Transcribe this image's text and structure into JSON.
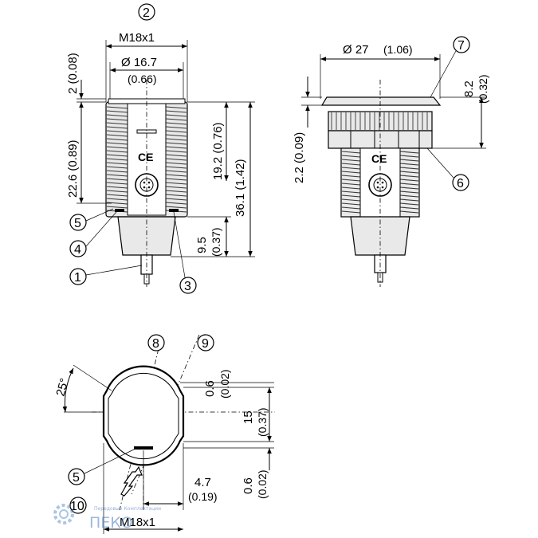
{
  "labels": {
    "thread_top": "M18x1",
    "dia_16_7": "Ø 16.7",
    "dia_16_7_in": "(0.66)",
    "dim_2": "2 (0.08)",
    "dim_22_6": "22.6 (0.89)",
    "dim_19_2": "19.2 (0.76)",
    "dim_36_1": "36.1 (1.42)",
    "dim_9_5": "9.5",
    "dim_9_5_in": "(0.37)",
    "dia_27": "Ø 27",
    "dia_27_in": "(1.06)",
    "dim_8_2": "8.2",
    "dim_8_2_in": "(0.32)",
    "dim_2_2": "2.2 (0.09)",
    "angle_25": "25°",
    "dim_0_6_top": "0.6",
    "dim_0_6_top_in": "(0.02)",
    "dim_15": "15",
    "dim_15_in": "(0.37)",
    "dim_4_7": "4.7",
    "dim_4_7_in": "(0.19)",
    "dim_0_6_bot": "0.6",
    "dim_0_6_bot_in": "(0.02)",
    "thread_bottom": "M18x1",
    "ce_mark": "CE"
  },
  "callouts": {
    "c1": "1",
    "c2": "2",
    "c3": "3",
    "c4": "4",
    "c5": "5",
    "c5b": "5",
    "c6": "6",
    "c7": "7",
    "c8": "8",
    "c9": "9",
    "c10": "10"
  },
  "watermark": {
    "logo_text": "ПЕКО",
    "tagline": "Передовые Комплектации"
  }
}
